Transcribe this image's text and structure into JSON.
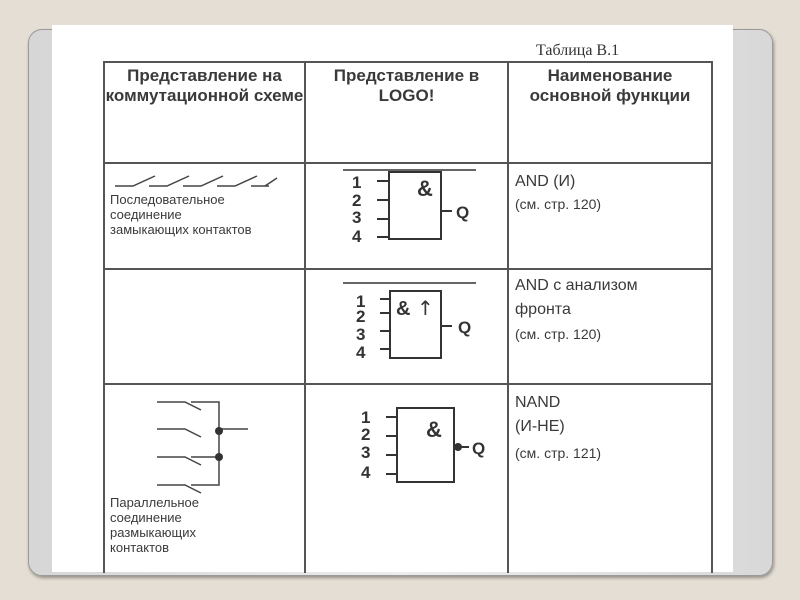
{
  "caption": "Таблица В.1",
  "table": {
    "headers": [
      "Представление на коммутационной схеме",
      "Представление в LOGO!",
      "Наименование основной функции"
    ],
    "rows": [
      {
        "scheme_description": [
          "Последовательное",
          "соединение",
          "замыкающих контактов"
        ],
        "logo_block": {
          "symbol": "&",
          "inputs": [
            "1",
            "2",
            "3",
            "4"
          ],
          "output": "Q",
          "negated_output": false,
          "edge": false
        },
        "function_name": [
          "AND (И)"
        ],
        "reference": "(см. стр. 120)"
      },
      {
        "scheme_description": [],
        "logo_block": {
          "symbol": "&",
          "edge_symbol": "↑",
          "inputs": [
            "1",
            "2",
            "3",
            "4"
          ],
          "output": "Q",
          "negated_output": false,
          "edge": true
        },
        "function_name": [
          "AND с анализом",
          "фронта"
        ],
        "reference": "(см. стр. 120)"
      },
      {
        "scheme_description": [
          "Параллельное",
          "соединение",
          "размыкающих",
          "контактов"
        ],
        "logo_block": {
          "symbol": "&",
          "inputs": [
            "1",
            "2",
            "3",
            "4"
          ],
          "output": "Q",
          "negated_output": true,
          "edge": false
        },
        "function_name": [
          "NAND",
          "(И-НЕ)"
        ],
        "reference": "(см. стр. 121)"
      }
    ]
  }
}
